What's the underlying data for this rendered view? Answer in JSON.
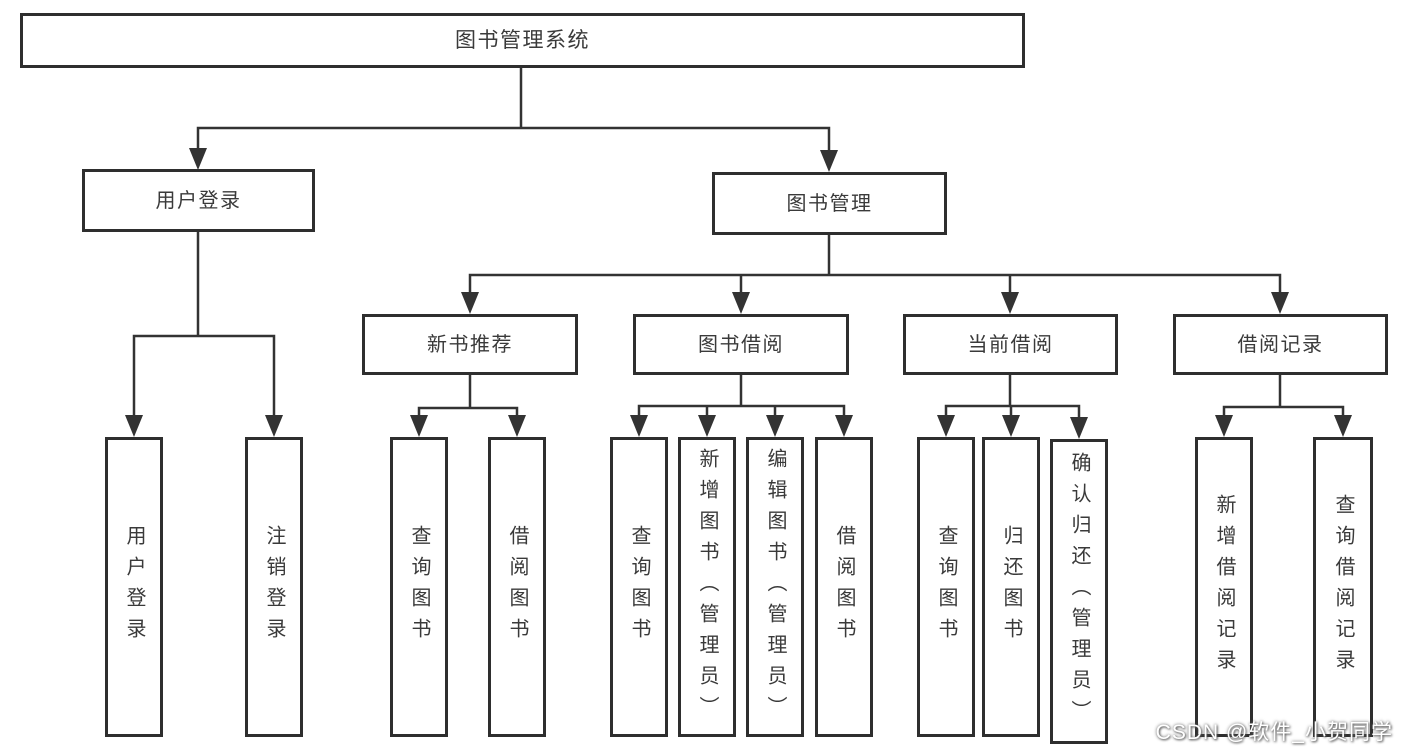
{
  "diagram": {
    "root": {
      "label": "图书管理系统"
    },
    "level2": [
      {
        "label": "用户登录",
        "parent": "图书管理系统"
      },
      {
        "label": "图书管理",
        "parent": "图书管理系统"
      }
    ],
    "level3": [
      {
        "label": "新书推荐",
        "parent": "图书管理"
      },
      {
        "label": "图书借阅",
        "parent": "图书管理"
      },
      {
        "label": "当前借阅",
        "parent": "图书管理"
      },
      {
        "label": "借阅记录",
        "parent": "图书管理"
      }
    ],
    "level4": [
      {
        "label": "用户登录",
        "parent": "用户登录"
      },
      {
        "label": "注销登录",
        "parent": "用户登录"
      },
      {
        "label": "查询图书",
        "parent": "新书推荐"
      },
      {
        "label": "借阅图书",
        "parent": "新书推荐"
      },
      {
        "label": "查询图书",
        "parent": "图书借阅"
      },
      {
        "label": "新增图书（管理员）",
        "parent": "图书借阅"
      },
      {
        "label": "编辑图书（管理员）",
        "parent": "图书借阅"
      },
      {
        "label": "借阅图书",
        "parent": "图书借阅"
      },
      {
        "label": "查询图书",
        "parent": "当前借阅"
      },
      {
        "label": "归还图书",
        "parent": "当前借阅"
      },
      {
        "label": "确认归还（管理员）",
        "parent": "当前借阅"
      },
      {
        "label": "新增借阅记录",
        "parent": "借阅记录"
      },
      {
        "label": "查询借阅记录",
        "parent": "借阅记录"
      }
    ],
    "watermark": "CSDN @软件_小贺同学",
    "colors": {
      "line": "#333333",
      "border": "#2e2e2e",
      "text": "#3a3a3a",
      "bg": "#ffffff",
      "watermark_text": "#ffffff"
    }
  }
}
